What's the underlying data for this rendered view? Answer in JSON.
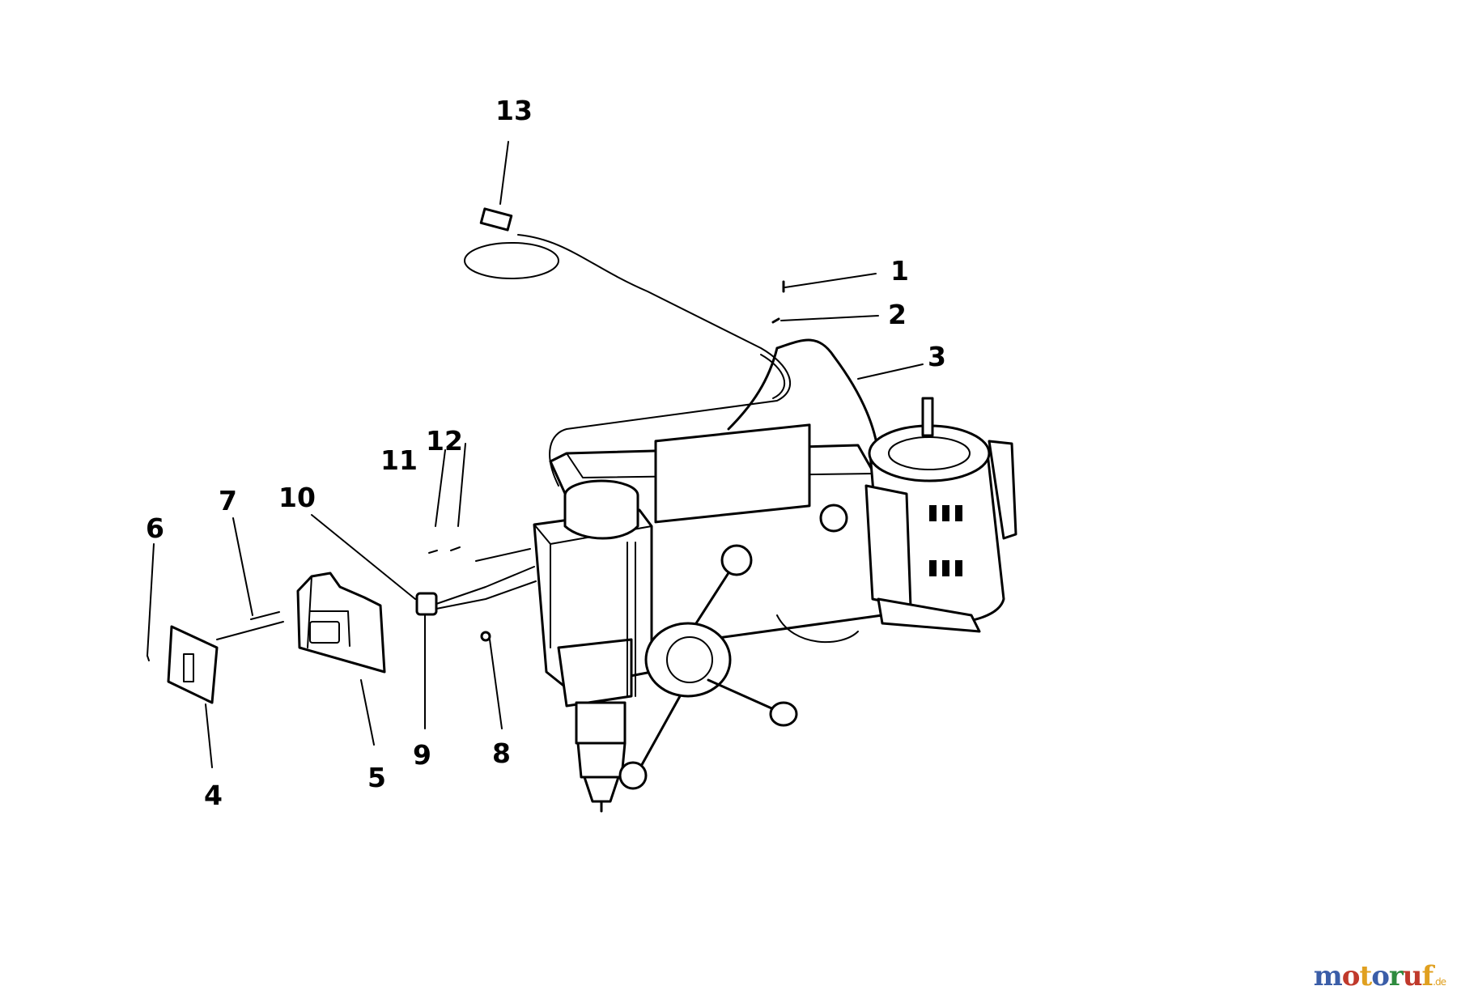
{
  "diagram": {
    "callouts": [
      {
        "id": "1",
        "label": "1"
      },
      {
        "id": "2",
        "label": "2"
      },
      {
        "id": "3",
        "label": "3"
      },
      {
        "id": "4",
        "label": "4"
      },
      {
        "id": "5",
        "label": "5"
      },
      {
        "id": "6",
        "label": "6"
      },
      {
        "id": "7",
        "label": "7"
      },
      {
        "id": "8",
        "label": "8"
      },
      {
        "id": "9",
        "label": "9"
      },
      {
        "id": "10",
        "label": "10"
      },
      {
        "id": "11",
        "label": "11"
      },
      {
        "id": "12",
        "label": "12"
      },
      {
        "id": "13",
        "label": "13"
      }
    ]
  },
  "watermark": {
    "letters": [
      "m",
      "o",
      "t",
      "o",
      "r",
      "u",
      "f"
    ],
    "suffix": ".de",
    "colors": [
      "#3b5ea8",
      "#c0392b",
      "#e0a020",
      "#3b5ea8",
      "#2e8b3e",
      "#c0392b",
      "#e0a020"
    ]
  }
}
